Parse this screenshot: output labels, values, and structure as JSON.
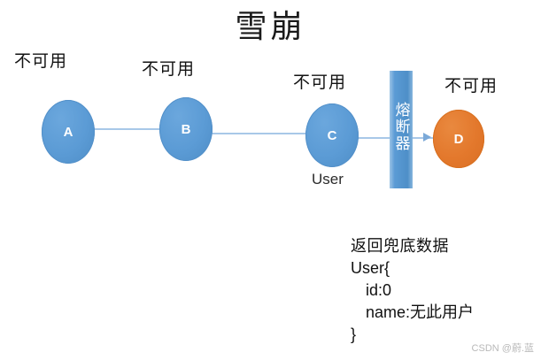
{
  "diagram": {
    "title": "雪崩",
    "nodes": [
      {
        "id": "A",
        "letter": "A",
        "status_label": "不可用",
        "color": "#5b9bd5"
      },
      {
        "id": "B",
        "letter": "B",
        "status_label": "不可用",
        "color": "#5b9bd5"
      },
      {
        "id": "C",
        "letter": "C",
        "status_label": "不可用",
        "sub_label": "User",
        "color": "#5b9bd5"
      },
      {
        "id": "D",
        "letter": "D",
        "status_label": "不可用",
        "color": "#e3782c"
      }
    ],
    "breaker": {
      "label": "熔断器",
      "color": "#5b9bd5"
    },
    "connectors": [
      {
        "from": "B",
        "to": "A",
        "arrow": true
      },
      {
        "from": "C",
        "to": "B",
        "arrow": false
      },
      {
        "from": "D",
        "to": "C",
        "arrow": true
      },
      {
        "color": "#a8c8e8"
      }
    ],
    "fallback": {
      "title": "返回兜底数据",
      "code_lines": [
        "User{",
        "id:0",
        "name:无此用户",
        "}"
      ]
    }
  },
  "watermark": "CSDN @蔚.蓝"
}
